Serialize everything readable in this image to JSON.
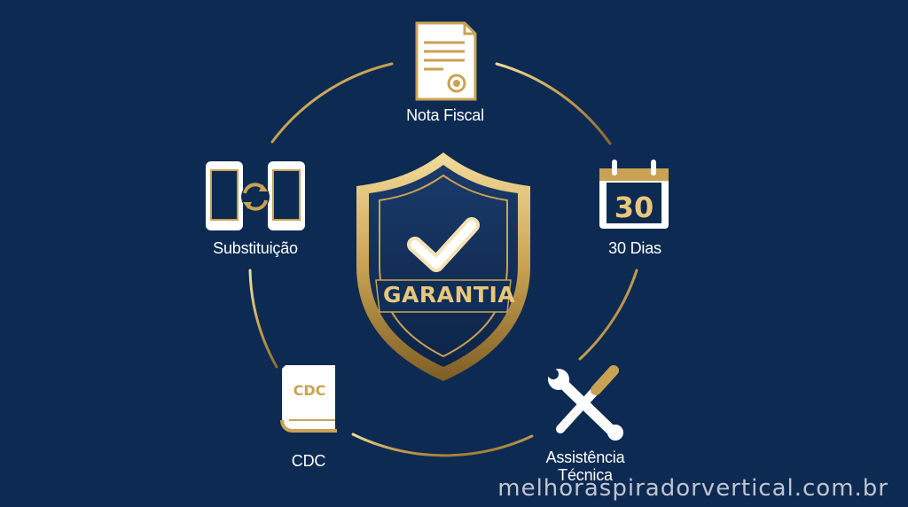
{
  "center": {
    "badge_text": "GARANTIA"
  },
  "nodes": {
    "nota_fiscal": {
      "label": "Nota Fiscal",
      "icon": "document-certificate-icon"
    },
    "dias": {
      "label": "30 Dias",
      "icon": "calendar-icon",
      "icon_text": "30"
    },
    "assistencia": {
      "label_line1": "Assistência",
      "label_line2": "Técnica",
      "icon": "wrench-screwdriver-icon"
    },
    "cdc": {
      "label": "CDC",
      "icon": "book-icon",
      "icon_text": "CDC"
    },
    "substituicao": {
      "label": "Substituição",
      "icon": "phone-swap-icon"
    }
  },
  "watermark": "melhoraspiradorvertical.com.br",
  "colors": {
    "background": "#0d2a52",
    "gold": "#c9a253",
    "gold_light": "#f0d898",
    "text": "#ffffff"
  }
}
